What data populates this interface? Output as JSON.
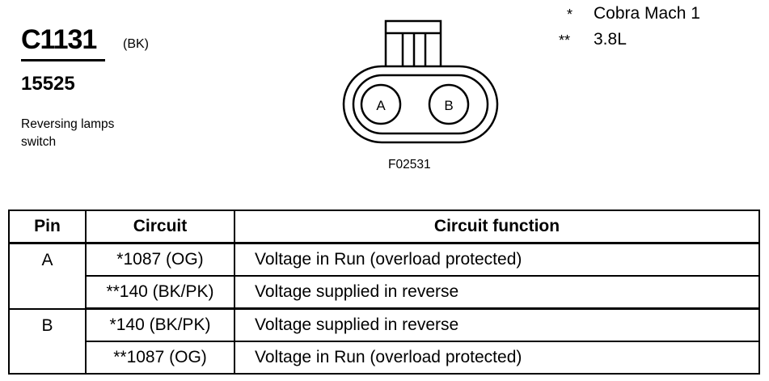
{
  "connector": {
    "id": "C1131",
    "color_code": "(BK)",
    "part_number": "15525",
    "description": "Reversing lamps switch"
  },
  "diagram": {
    "pin_a": "A",
    "pin_b": "B",
    "figure_code": "F02531"
  },
  "legend": [
    {
      "symbol": "*",
      "meaning": "Cobra Mach 1"
    },
    {
      "symbol": "**",
      "meaning": "3.8L"
    }
  ],
  "table": {
    "headers": [
      "Pin",
      "Circuit",
      "Circuit function"
    ],
    "rows": [
      {
        "pin": "A",
        "circuit": "*1087 (OG)",
        "function": "Voltage in Run (overload protected)"
      },
      {
        "pin": "",
        "circuit": "**140 (BK/PK)",
        "function": "Voltage supplied in reverse"
      },
      {
        "pin": "B",
        "circuit": "*140 (BK/PK)",
        "function": "Voltage supplied in reverse"
      },
      {
        "pin": "",
        "circuit": "**1087 (OG)",
        "function": "Voltage in Run (overload protected)"
      }
    ]
  }
}
